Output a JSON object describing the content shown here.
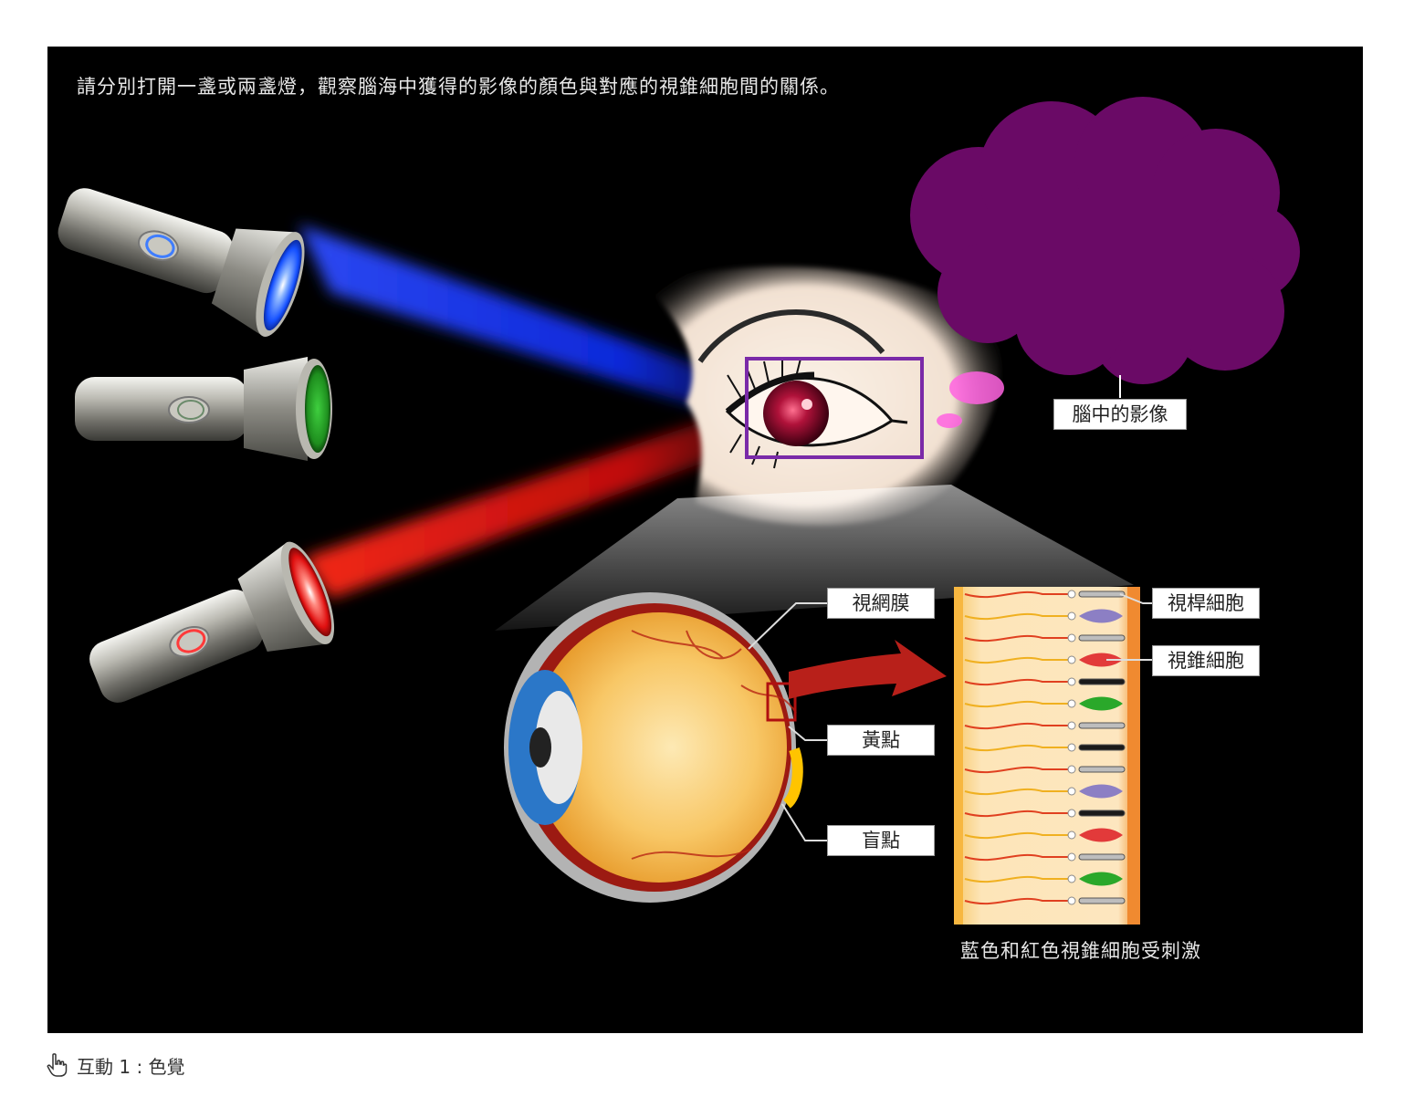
{
  "instruction": "請分別打開一盞或兩盞燈，觀察腦海中獲得的影像的顏色與對應的視錐細胞間的關係。",
  "labels": {
    "brain_image": "腦中的影像",
    "retina": "視網膜",
    "macula": "黃點",
    "blind_spot": "盲點",
    "rod_cell": "視桿細胞",
    "cone_cell": "視錐細胞"
  },
  "status_text": "藍色和紅色視錐細胞受刺激",
  "caption": {
    "icon": "hand-pointer-icon",
    "text": "互動 1 : 色覺"
  },
  "flashlights": [
    {
      "name": "blue",
      "color": "#1f5bff",
      "on": true
    },
    {
      "name": "green",
      "color": "#2bb52b",
      "on": false
    },
    {
      "name": "red",
      "color": "#ff2a2a",
      "on": true
    }
  ],
  "colors": {
    "perceived_image": "#6a0a66",
    "blue_beam": "#1030ff",
    "red_beam": "#ff1a10",
    "selection_box": "#7a2aa8",
    "cone_blue": "#8c7fc4",
    "cone_red": "#e23a3a",
    "cone_green": "#2aa82a"
  }
}
